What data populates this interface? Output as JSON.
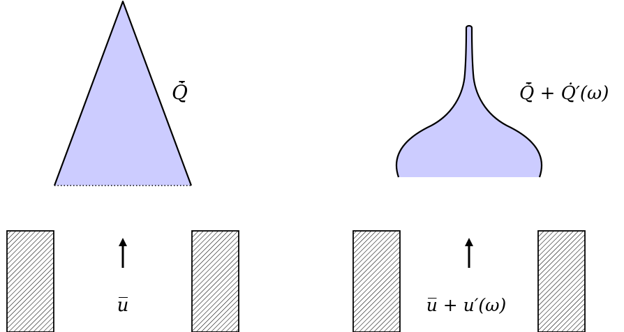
{
  "colors": {
    "flame_fill": "#ccccff",
    "stroke": "#000000",
    "hatch": "#000000",
    "background": "#ffffff"
  },
  "left_panel": {
    "flame_shape": "triangle",
    "flame_label": "Q̇̄",
    "flow_label": "u̅",
    "flow_arrow": "up"
  },
  "right_panel": {
    "flame_shape": "onion-dome",
    "flame_label_mean": "Q̇̄",
    "flame_label_fluct": " + Q̇′(ω)",
    "flow_label": "u̅ + u′(ω)",
    "flow_arrow": "up"
  }
}
